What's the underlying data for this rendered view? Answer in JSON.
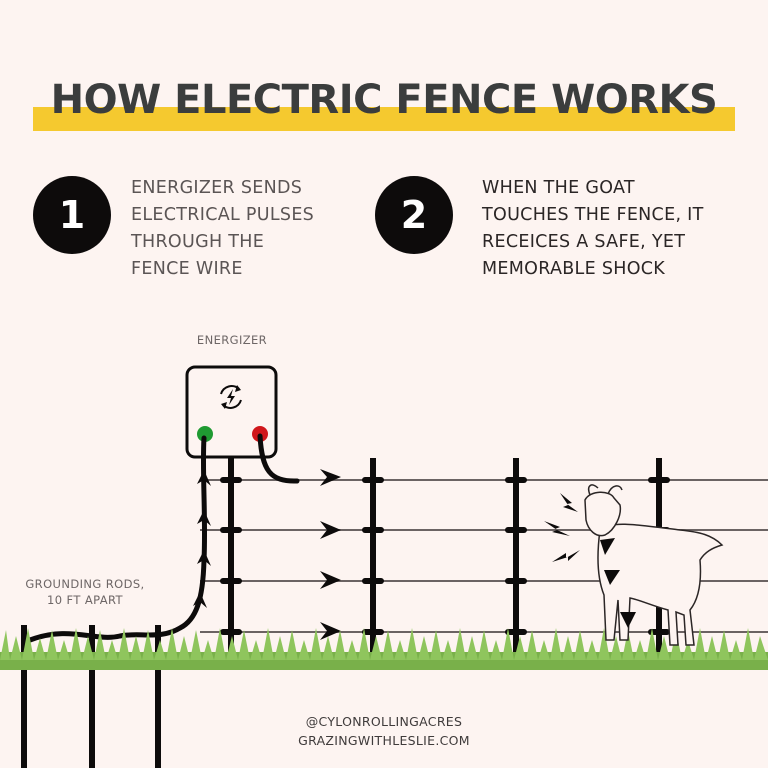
{
  "title": "HOW ELECTRIC FENCE WORKS",
  "colors": {
    "background": "#fdf4f1",
    "title_text": "#3b3d3d",
    "title_highlight": "#f5c92f",
    "badge_bg": "#0d0b0b",
    "grass": "#79b04a",
    "terminal_ground": "#1f9a32",
    "terminal_hot": "#d0161b",
    "wire": "#6b6363",
    "post": "#0d0b0b"
  },
  "steps": [
    {
      "number": "1",
      "lines": [
        "ENERGIZER SENDS",
        "ELECTRICAL PULSES",
        "THROUGH THE",
        "FENCE WIRE"
      ]
    },
    {
      "number": "2",
      "lines": [
        "WHEN THE GOAT",
        "TOUCHES THE FENCE, IT",
        "RECEICES A SAFE, YET",
        "MEMORABLE SHOCK"
      ]
    }
  ],
  "diagram": {
    "energizer_label": "ENERGIZER",
    "energizer_icon": "lightning-cycle-icon",
    "grounding_label": [
      "GROUNDING RODS,",
      "10 FT APART"
    ],
    "fence_wire_count": 4,
    "fence_post_count": 4,
    "grounding_rod_count": 3,
    "subject": "goat"
  },
  "footer": {
    "handle": "@CYLONROLLINGACRES",
    "website": "GRAZINGWITHLESLIE.COM"
  }
}
